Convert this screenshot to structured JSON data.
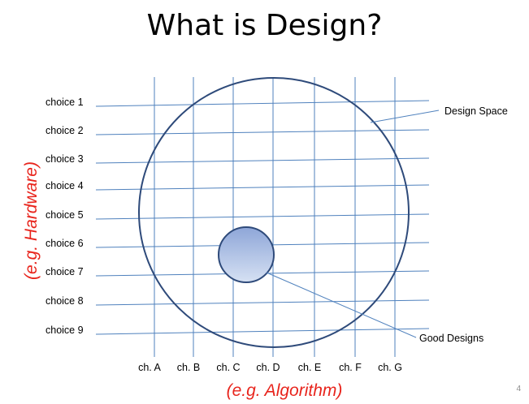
{
  "slide": {
    "title": "What is Design?",
    "page_number": "4"
  },
  "diagram": {
    "rows": [
      "choice 1",
      "choice 2",
      "choice 3",
      "choice 4",
      "choice 5",
      "choice 6",
      "choice 7",
      "choice 8",
      "choice 9"
    ],
    "columns": [
      "ch. A",
      "ch. B",
      "ch. C",
      "ch. D",
      "ch. E",
      "ch. F",
      "ch. G"
    ],
    "y_axis_label": "(e.g. Hardware)",
    "x_axis_label": "(e.g. Algorithm)",
    "design_space_label": "Design Space",
    "good_designs_label": "Good Designs"
  },
  "colors": {
    "grid_line": "#4F81BD",
    "circle_stroke": "#2E4A7A",
    "highlight_fill_top": "#8EA6D8",
    "highlight_fill_bottom": "#D6E1F3",
    "axis_label": "#E8241C",
    "text": "#000000"
  }
}
